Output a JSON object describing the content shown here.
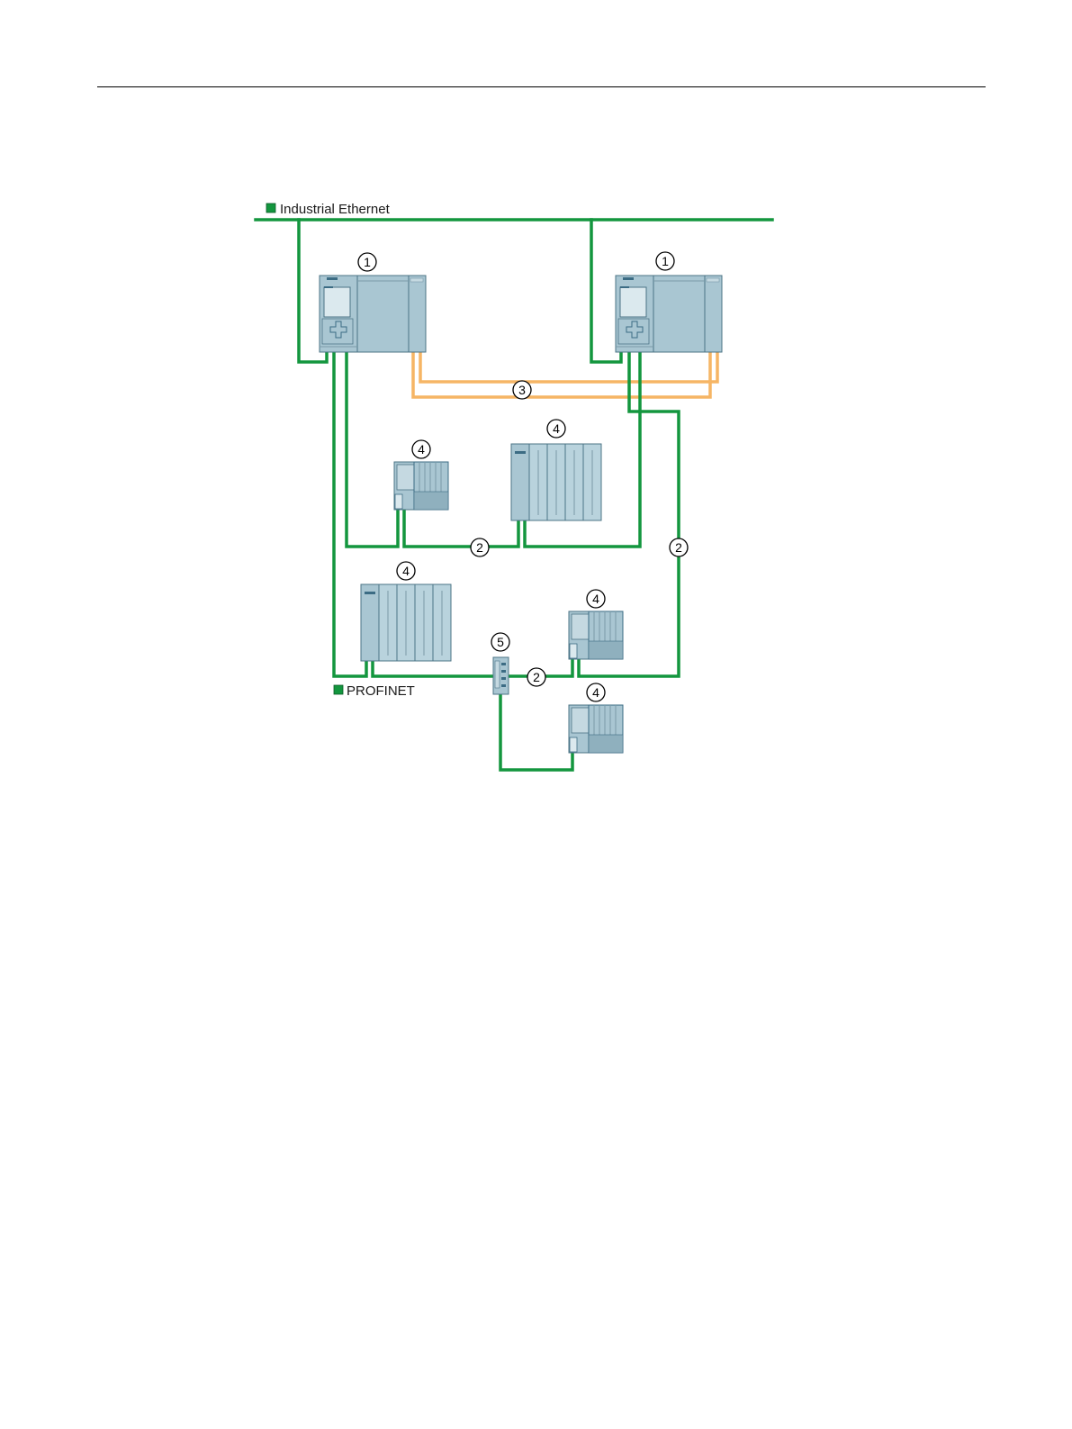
{
  "colors": {
    "industrial_ethernet": "#13963e",
    "profinet": "#13963e",
    "h_sync": "#f6b565",
    "device_fill": "#a9c6d2",
    "device_dark": "#3c6c84"
  },
  "legend": {
    "industrial_ethernet": "Industrial Ethernet",
    "profinet": "PROFINET"
  },
  "callouts": {
    "cpu_left": "1",
    "cpu_right": "1",
    "profinet_left": "2",
    "profinet_right": "2",
    "profinet_bottom": "2",
    "sync": "3",
    "io_small_top": "4",
    "io_large_top": "4",
    "io_large_bottom": "4",
    "io_small_mid": "4",
    "io_small_bottom": "4",
    "switch": "5"
  }
}
